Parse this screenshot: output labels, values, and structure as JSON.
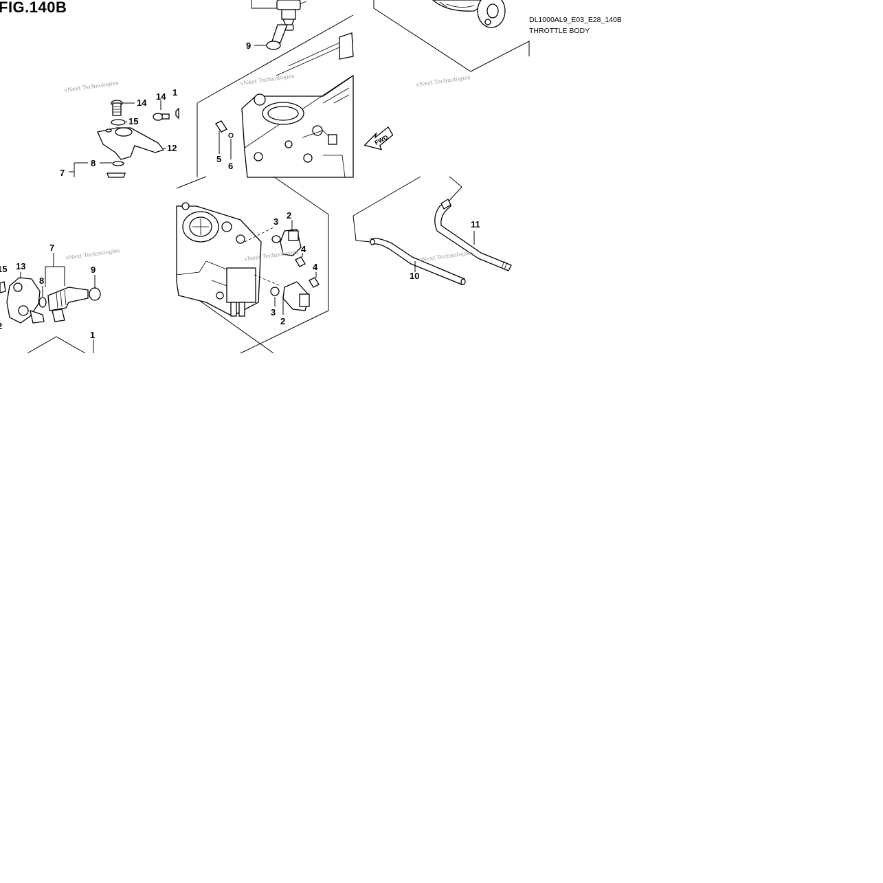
{
  "figure": {
    "title": "FIG.140B",
    "code": "DL1000AL9_E03_E28_140B",
    "name": "THROTTLE BODY",
    "direction_label": "FWD",
    "watermark": "vNext Technologies"
  },
  "callouts": {
    "c9_top": "9",
    "c14_a": "14",
    "c14_b": "14",
    "c1_top_cut": "1",
    "c15_a": "15",
    "c12_a": "12",
    "c7_a": "7",
    "c8_a": "8",
    "c5": "5",
    "c6": "6",
    "c3_a": "3",
    "c2_a": "2",
    "c4_a": "4",
    "c4_b": "4",
    "c3_b": "3",
    "c2_b": "2",
    "c7_b": "7",
    "c15_b": "15",
    "c13": "13",
    "c8_b": "8",
    "c9_b": "9",
    "c12_b_cut": "2",
    "c1_bottom": "1",
    "c11": "11",
    "c10": "10"
  }
}
